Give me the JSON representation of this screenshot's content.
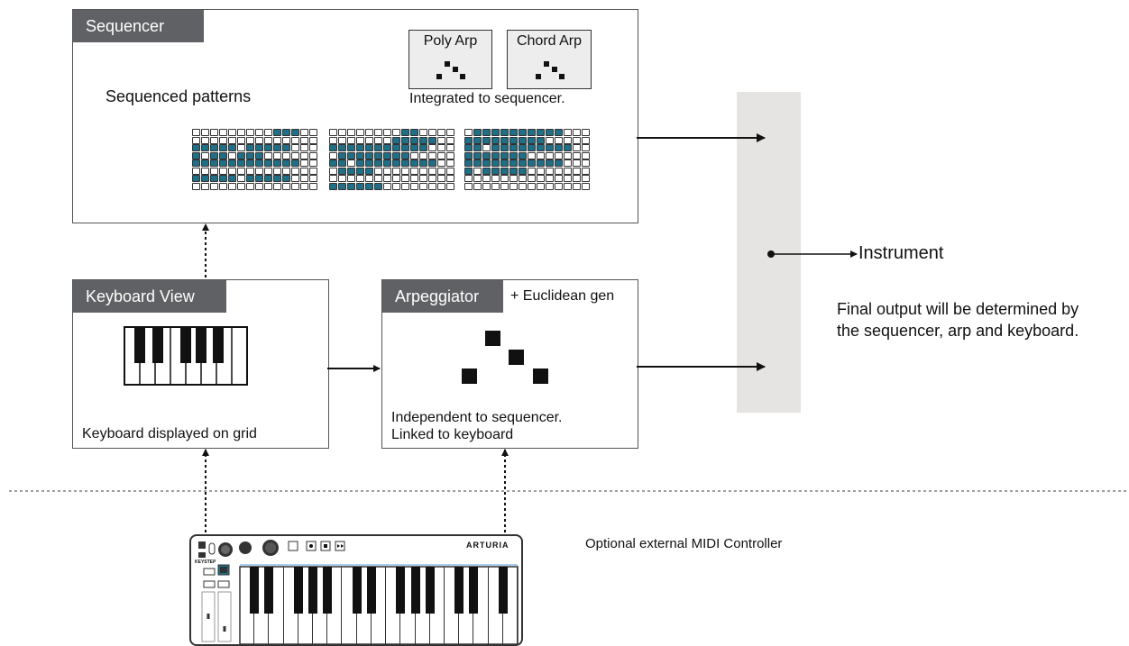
{
  "sequencer": {
    "title": "Sequencer",
    "body_label": "Sequenced patterns",
    "arp_modes": [
      "Poly Arp",
      "Chord Arp"
    ],
    "arp_note": "Integrated to sequencer."
  },
  "keyboard_view": {
    "title": "Keyboard View",
    "caption": "Keyboard displayed on grid"
  },
  "arpeggiator": {
    "title": "Arpeggiator",
    "extra": "+ Euclidean gen",
    "caption_line1": "Independent to sequencer.",
    "caption_line2": "Linked to keyboard"
  },
  "output": {
    "label": "Instrument",
    "note_line1": "Final output will be determined by",
    "note_line2": "the sequencer, arp and keyboard."
  },
  "controller": {
    "label": "Optional external MIDI Controller",
    "brand": "ARTURIA",
    "model": "KEYSTEP"
  },
  "colors": {
    "tab": "#5f6164",
    "teal": "#1f6f86",
    "output_bar": "#e6e4e2"
  },
  "grid_rows": 8,
  "grid_cols": 14,
  "grid_patterns": [
    [
      [
        9,
        10,
        11
      ],
      [],
      [
        0,
        1,
        2,
        3,
        4,
        6,
        7,
        8,
        9,
        10
      ],
      [
        0,
        2,
        3,
        5,
        6,
        7
      ],
      [
        0,
        1,
        2,
        3,
        4,
        5,
        6,
        7,
        8,
        9,
        10,
        11
      ],
      [],
      [
        0,
        1,
        2,
        3,
        4,
        6,
        7,
        8,
        9,
        10
      ],
      []
    ],
    [
      [
        8,
        9
      ],
      [
        7,
        8,
        9,
        10,
        11
      ],
      [
        0,
        1,
        2,
        3,
        4,
        5,
        6,
        7,
        8,
        9,
        10
      ],
      [
        1,
        2,
        3,
        4,
        5,
        6,
        7,
        8
      ],
      [
        0,
        1,
        3,
        4,
        5,
        6,
        7,
        8,
        9,
        10,
        11
      ],
      [
        1,
        2,
        3,
        4
      ],
      [],
      [
        0,
        1,
        2,
        3,
        4,
        5
      ]
    ],
    [
      [
        1,
        2,
        3,
        4,
        5,
        6,
        7,
        8,
        9,
        10
      ],
      [
        0,
        1,
        2,
        3,
        4,
        5,
        6,
        7,
        8
      ],
      [
        0,
        1,
        3,
        4,
        5,
        6,
        7,
        8,
        9,
        10,
        11
      ],
      [
        0,
        1,
        2,
        3,
        4,
        5,
        6
      ],
      [
        0,
        1,
        2,
        3,
        4,
        5,
        6,
        7,
        8,
        9,
        10
      ],
      [
        0,
        2,
        3,
        4,
        5,
        6
      ],
      [],
      []
    ]
  ]
}
